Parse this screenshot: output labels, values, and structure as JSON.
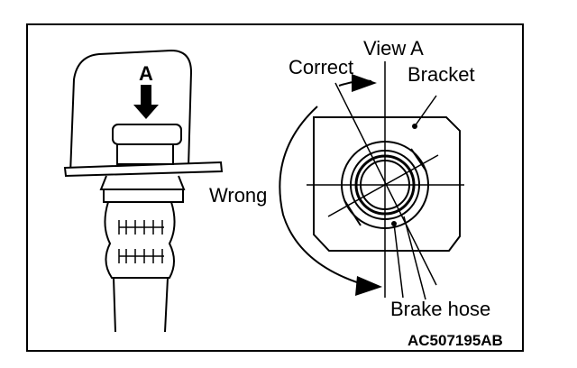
{
  "labels": {
    "arrow_letter": "A",
    "view": "View A",
    "correct": "Correct",
    "bracket": "Bracket",
    "wrong": "Wrong",
    "brake_hose": "Brake hose",
    "figure_code": "AC507195AB"
  }
}
